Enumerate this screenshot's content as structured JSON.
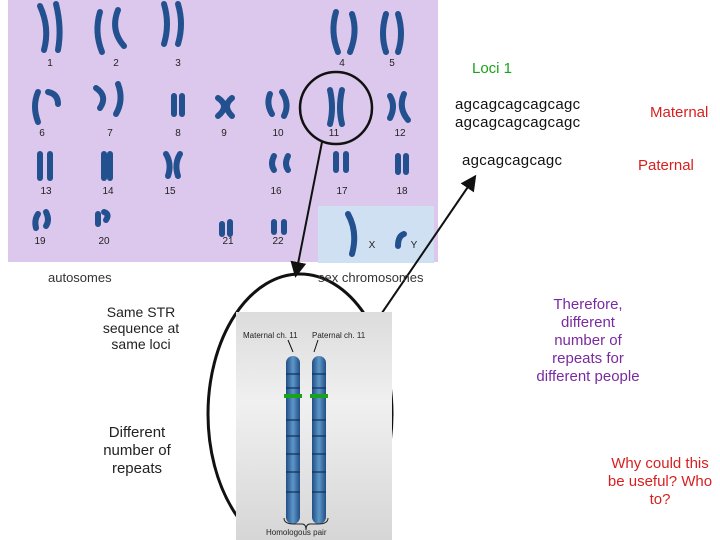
{
  "karyotype": {
    "numbers": [
      "1",
      "2",
      "3",
      "4",
      "5",
      "6",
      "7",
      "8",
      "9",
      "10",
      "11",
      "12",
      "13",
      "14",
      "15",
      "16",
      "17",
      "18",
      "19",
      "20",
      "21",
      "22",
      "X",
      "Y"
    ],
    "autosomes_label": "autosomes",
    "sex_label": "sex chromosomes"
  },
  "loci": {
    "title": "Loci 1",
    "maternal_seq_1": "agcagcagcagcagc",
    "maternal_seq_2": "agcagcagcagcagc",
    "paternal_seq": "agcagcagcagc",
    "maternal_label": "Maternal",
    "paternal_label": "Paternal"
  },
  "notes": {
    "same_str": "Same STR sequence at same loci",
    "different_repeats": "Different number of repeats",
    "therefore": "Therefore, different number of repeats for different people",
    "why": "Why could this be useful? Who to?"
  },
  "panel": {
    "maternal_label": "Maternal ch. 11",
    "paternal_label": "Paternal ch. 11",
    "homologous_label": "Homologous pair"
  },
  "colors": {
    "background_karyotype": "#dcc8ec",
    "chromosome": "#2a5aa0",
    "green_band": "#1aa31a",
    "red_text": "#d81f1f",
    "purple_text": "#7a2aa0"
  }
}
